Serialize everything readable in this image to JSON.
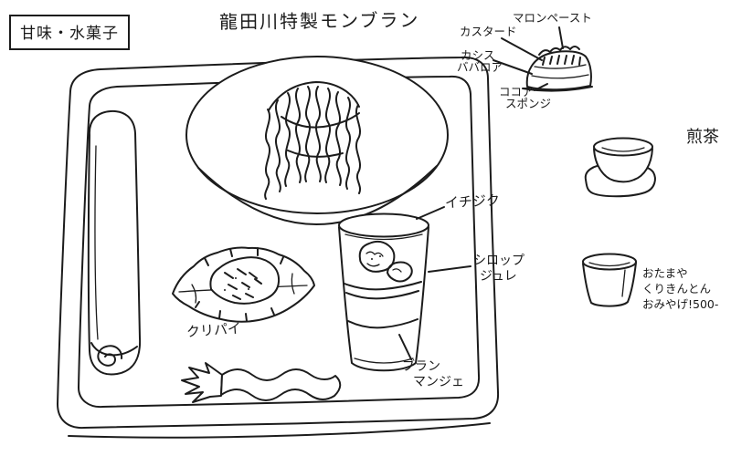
{
  "header": {
    "category_label": "甘味・水菓子",
    "title": "龍田川特製モンブラン"
  },
  "cross_section": {
    "custard": "カスタード",
    "marron_paste": "マロンペースト",
    "cassis_line1": "カシス",
    "cassis_line2": "ババロア",
    "sponge_line1": "ココア",
    "sponge_line2": "スポンジ"
  },
  "tray": {
    "pie_label": "クリパイ",
    "glass": {
      "fig": "イチジク",
      "syrup_line1": "シロップ",
      "syrup_line2": "ジュレ",
      "blancmange_line1": "ブラン",
      "blancmange_line2": "マンジェ"
    }
  },
  "tea": {
    "label": "煎茶"
  },
  "souvenir": {
    "line1": "おたまや",
    "line2": "くりきんとん",
    "line3": "おみやげ!500-"
  }
}
